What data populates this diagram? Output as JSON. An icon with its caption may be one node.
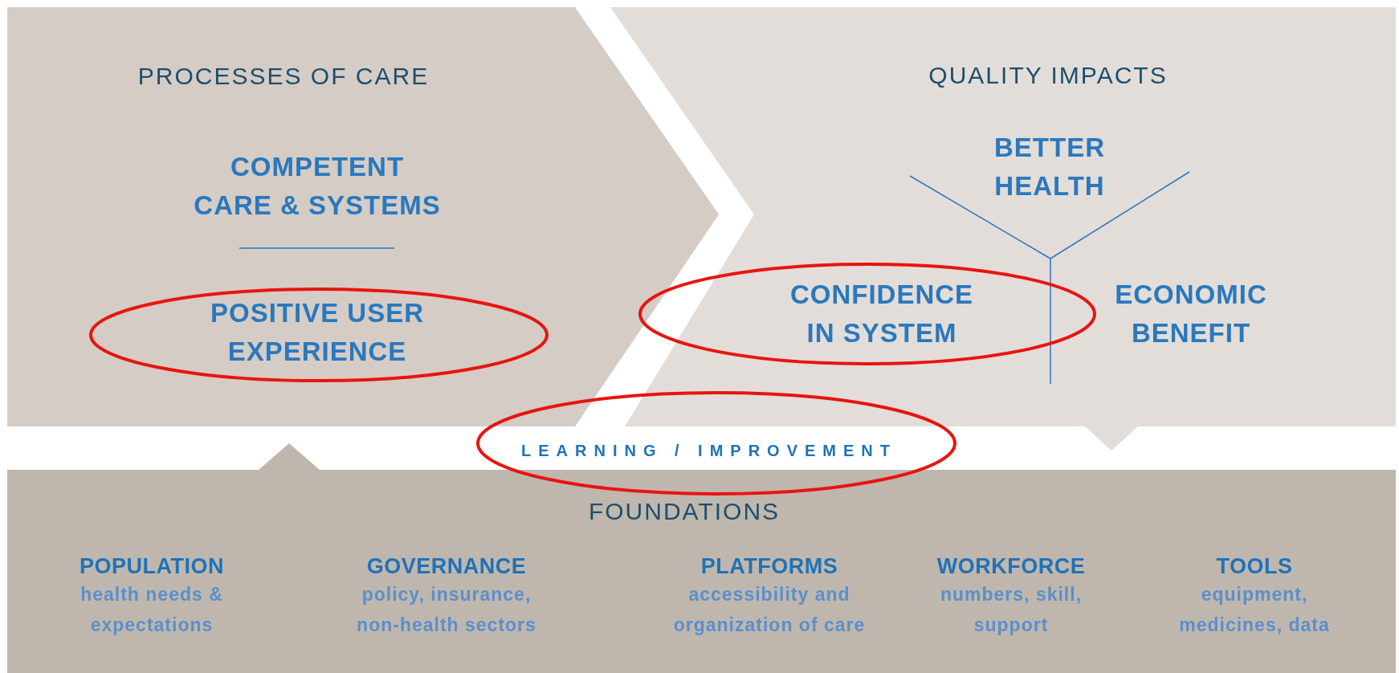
{
  "diagram": {
    "nodes": [
      {
        "text": [
          "PROCESSES OF CARE"
        ]
      },
      {
        "text": [
          "COMPETENT CARE & SYSTEMS"
        ],
        "in": 0
      },
      {
        "text": [
          "POSITIVE USER EXPERIENCE"
        ],
        "in": 0
      },
      {
        "text": [
          "QUALITY IMPACTS"
        ]
      },
      {
        "text": [
          "BETTER HEALTH"
        ],
        "in": 3
      },
      {
        "text": [
          "CONFIDENCE IN SYSTEM"
        ],
        "in": 3
      },
      {
        "text": [
          "ECONOMIC BENEFIT"
        ],
        "in": 3
      },
      {
        "text": [
          "FOUNDATIONS"
        ]
      },
      {
        "text": [
          "POPULATION",
          "health needs & expectations"
        ],
        "in": 7
      },
      {
        "text": [
          "GOVERNANCE",
          "policy, insurance, non-health sectors"
        ],
        "in": 7
      },
      {
        "text": [
          "PLATFORMS",
          "accessibility and organization of care"
        ],
        "in": 7
      },
      {
        "text": [
          "WORKFORCE",
          "numbers, skill, support"
        ],
        "in": 7
      },
      {
        "text": [
          "TOOLS",
          "equipment, medicines, data"
        ],
        "in": 7
      }
    ],
    "labels": [
      "LEARNING / IMPROVEMENT"
    ]
  }
}
